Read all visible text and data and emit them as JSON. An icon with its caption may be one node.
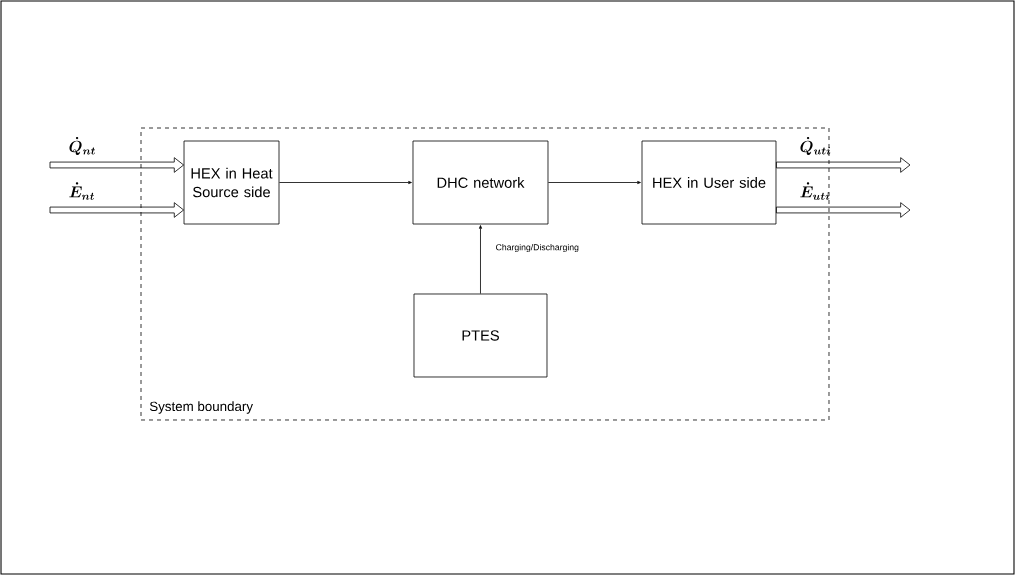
{
  "diagram": {
    "nodes": [
      {
        "text": [
          "System boundary"
        ]
      },
      {
        "text": [
          "HEX in Heat Source side"
        ],
        "in": 0
      },
      {
        "text": [
          "DHC network"
        ],
        "in": 0
      },
      {
        "text": [
          "HEX in User side"
        ],
        "in": 0
      },
      {
        "text": [
          "PTES"
        ],
        "in": 0
      }
    ],
    "edges": [
      {
        "from": null,
        "to": 1,
        "arrow": "to",
        "style": "thick",
        "label": "\\dot{Q}_{nt}"
      },
      {
        "from": null,
        "to": 1,
        "arrow": "to",
        "style": "thick",
        "label": "\\dot{E}_{nt}"
      },
      {
        "from": 1,
        "to": 2,
        "arrow": "to"
      },
      {
        "from": 2,
        "to": 3,
        "arrow": "to"
      },
      {
        "from": 4,
        "to": 2,
        "arrow": "to",
        "label": "Charging/Discharging"
      },
      {
        "from": 3,
        "to": null,
        "arrow": "to",
        "style": "thick",
        "label": "\\dot{Q}_{uti}"
      },
      {
        "from": 3,
        "to": null,
        "arrow": "to",
        "style": "thick",
        "label": "\\dot{E}_{uti}"
      }
    ]
  }
}
